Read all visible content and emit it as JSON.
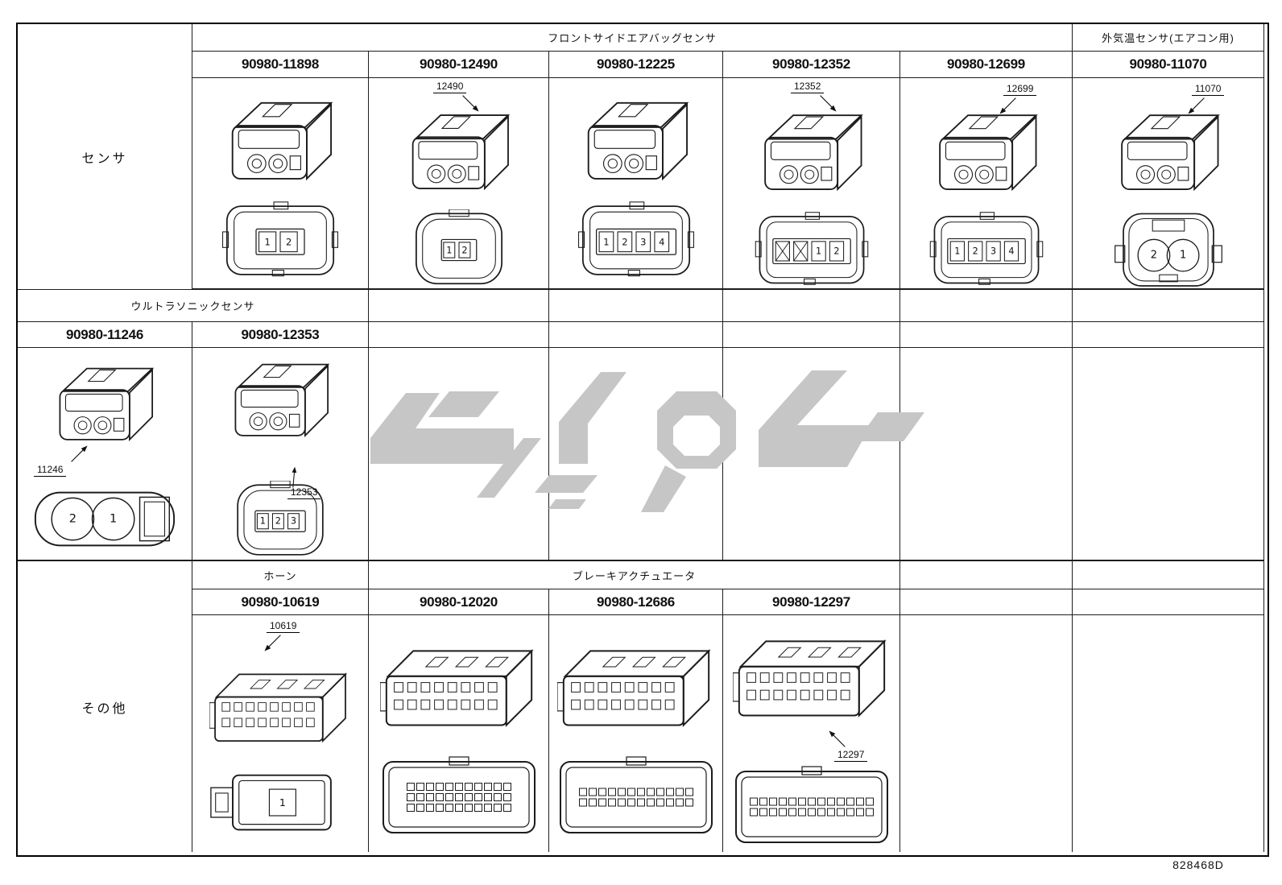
{
  "doc_number": "828468D",
  "watermark": {
    "color": "#c6c6c6"
  },
  "sections": [
    {
      "row_label": "センサ",
      "headers": [
        {
          "label": "フロントサイドエアバッグセンサ"
        },
        {
          "label": "外気温センサ(エアコン用)"
        }
      ],
      "columns": [
        {
          "part_number": "90980-11898",
          "callout": "",
          "iso": {
            "type": "compact"
          },
          "front": {
            "type": "slots",
            "pins": [
              "1",
              "2"
            ]
          }
        },
        {
          "part_number": "90980-12490",
          "callout": "12490",
          "iso": {
            "type": "compact"
          },
          "front": {
            "type": "slots-oval",
            "pins": [
              "1",
              "2"
            ]
          }
        },
        {
          "part_number": "90980-12225",
          "callout": "",
          "iso": {
            "type": "compact"
          },
          "front": {
            "type": "slots",
            "pins": [
              "1",
              "2",
              "3",
              "4"
            ]
          }
        },
        {
          "part_number": "90980-12352",
          "callout": "12352",
          "iso": {
            "type": "compact"
          },
          "front": {
            "type": "slots",
            "pins": [
              "×",
              "×",
              "1",
              "2"
            ]
          }
        },
        {
          "part_number": "90980-12699",
          "callout": "12699",
          "iso": {
            "type": "compact"
          },
          "front": {
            "type": "slots",
            "pins": [
              "1",
              "2",
              "3",
              "4"
            ]
          }
        },
        {
          "part_number": "90980-11070",
          "callout": "11070",
          "iso": {
            "type": "compact"
          },
          "front": {
            "type": "round",
            "pins": [
              "2",
              "1"
            ]
          }
        }
      ]
    },
    {
      "header": "ウルトラソニックセンサ",
      "columns": [
        {
          "part_number": "90980-11246",
          "callout": "11246",
          "iso": {
            "type": "compact"
          },
          "front": {
            "type": "round-wide",
            "pins": [
              "2",
              "1"
            ]
          }
        },
        {
          "part_number": "90980-12353",
          "callout": "12353",
          "iso": {
            "type": "compact"
          },
          "front": {
            "type": "slots-oval",
            "pins": [
              "1",
              "2",
              "3"
            ]
          }
        }
      ]
    },
    {
      "row_label": "その他",
      "headers": [
        {
          "label": "ホーン"
        },
        {
          "label": "ブレーキアクチュエータ"
        }
      ],
      "columns": [
        {
          "part_number": "90980-10619",
          "callout": "10619",
          "iso": {
            "type": "long"
          },
          "front": {
            "type": "slots-rect",
            "pins": [
              "1"
            ]
          }
        },
        {
          "part_number": "90980-12020",
          "callout": "",
          "iso": {
            "type": "long"
          },
          "front": {
            "type": "grid",
            "rows": 3,
            "cols": 11
          }
        },
        {
          "part_number": "90980-12686",
          "callout": "",
          "iso": {
            "type": "long"
          },
          "front": {
            "type": "grid",
            "rows": 2,
            "cols": 12
          }
        },
        {
          "part_number": "90980-12297",
          "callout": "12297",
          "iso": {
            "type": "long"
          },
          "front": {
            "type": "grid",
            "rows": 2,
            "cols": 13
          }
        }
      ]
    }
  ]
}
